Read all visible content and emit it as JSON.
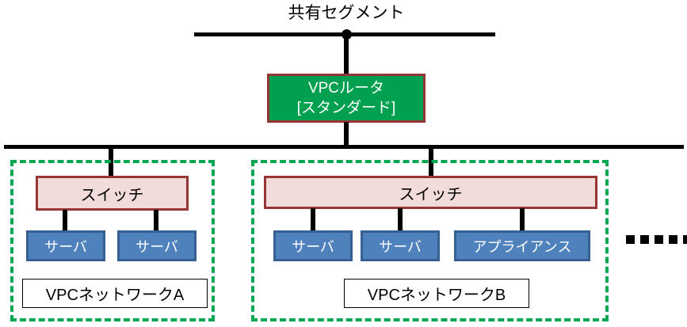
{
  "diagram": {
    "title": "共有セグメント",
    "shared_segment": {
      "label": "共有セグメント",
      "bus_label": ""
    },
    "router": {
      "line1": "VPCルータ",
      "line2": "[スタンダード]",
      "fill_color": "#00a050",
      "border_color": "#963634",
      "text_color": "#ffffff"
    },
    "switches": [
      {
        "label": "スイッチ"
      },
      {
        "label": "スイッチ"
      }
    ],
    "networks": [
      {
        "label": "VPCネットワークA",
        "nodes": [
          {
            "label": "サーバ"
          },
          {
            "label": "サーバ"
          }
        ]
      },
      {
        "label": "VPCネットワークB",
        "nodes": [
          {
            "label": "サーバ"
          },
          {
            "label": "サーバ"
          },
          {
            "label": "アプライアンス"
          }
        ]
      }
    ],
    "more_indicator": "•••••",
    "colors": {
      "switch_fill": "#f2dcdb",
      "switch_border": "#963634",
      "node_fill": "#4f81bd",
      "node_border": "#376092",
      "network_dashed_border": "#00a651",
      "line": "#000000"
    }
  }
}
